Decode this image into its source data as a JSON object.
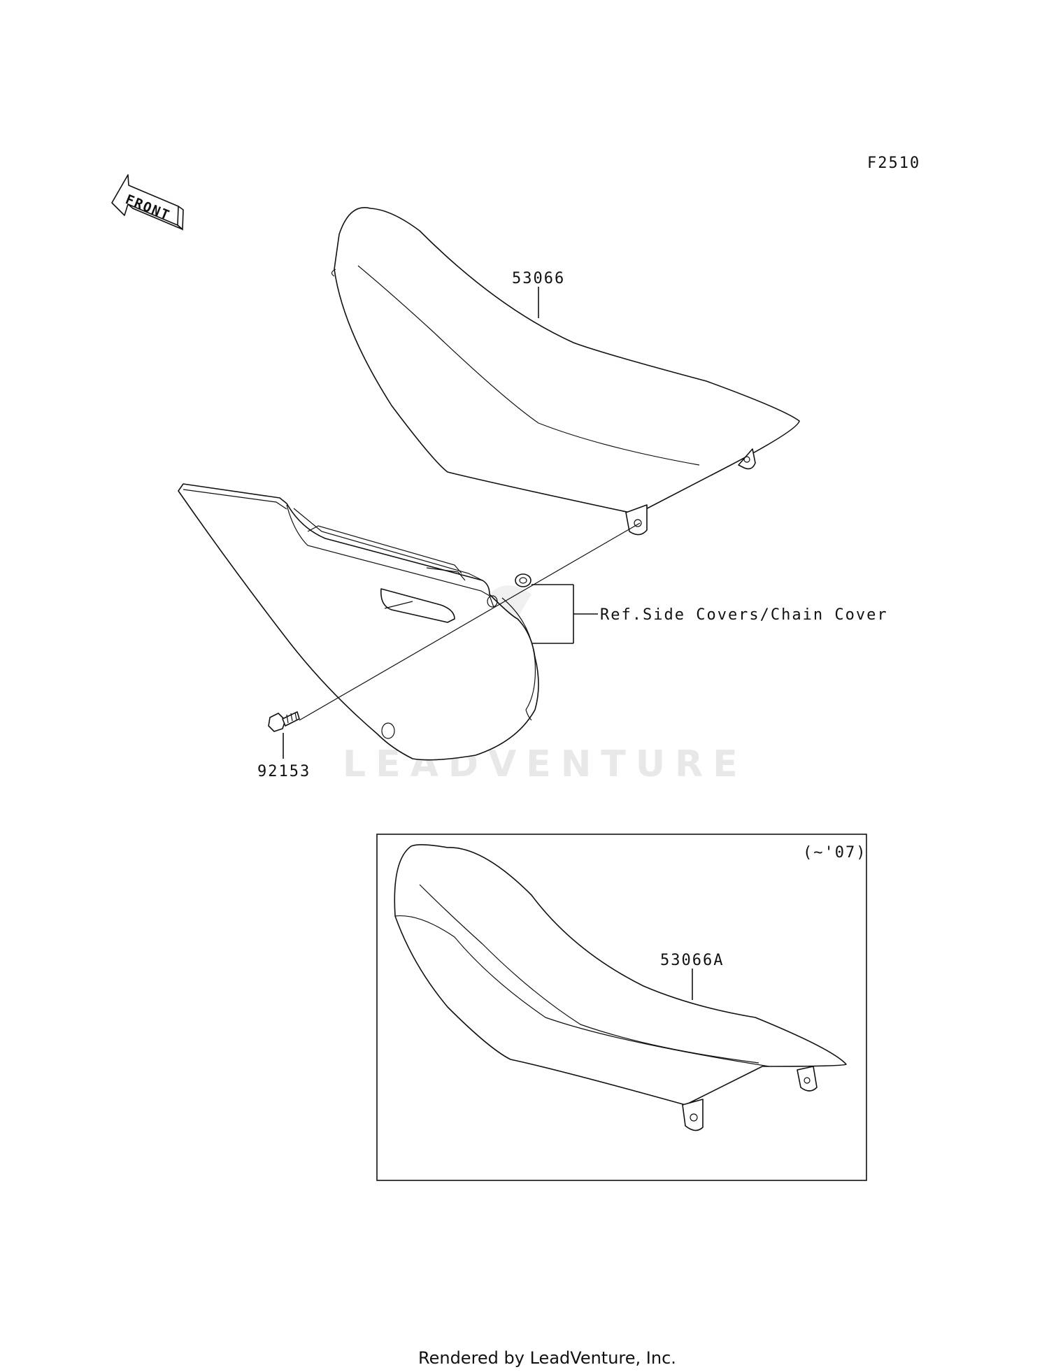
{
  "figure_code": "F2510",
  "front_arrow_label": "FRONT",
  "callouts": {
    "seat": "53066",
    "seat_variant": "53066A",
    "bolt": "92153",
    "reference": "Ref.Side Covers/Chain Cover"
  },
  "inset_note": "(~'07)",
  "watermark": "LEADVENTURE",
  "footer": "Rendered by LeadVenture, Inc."
}
